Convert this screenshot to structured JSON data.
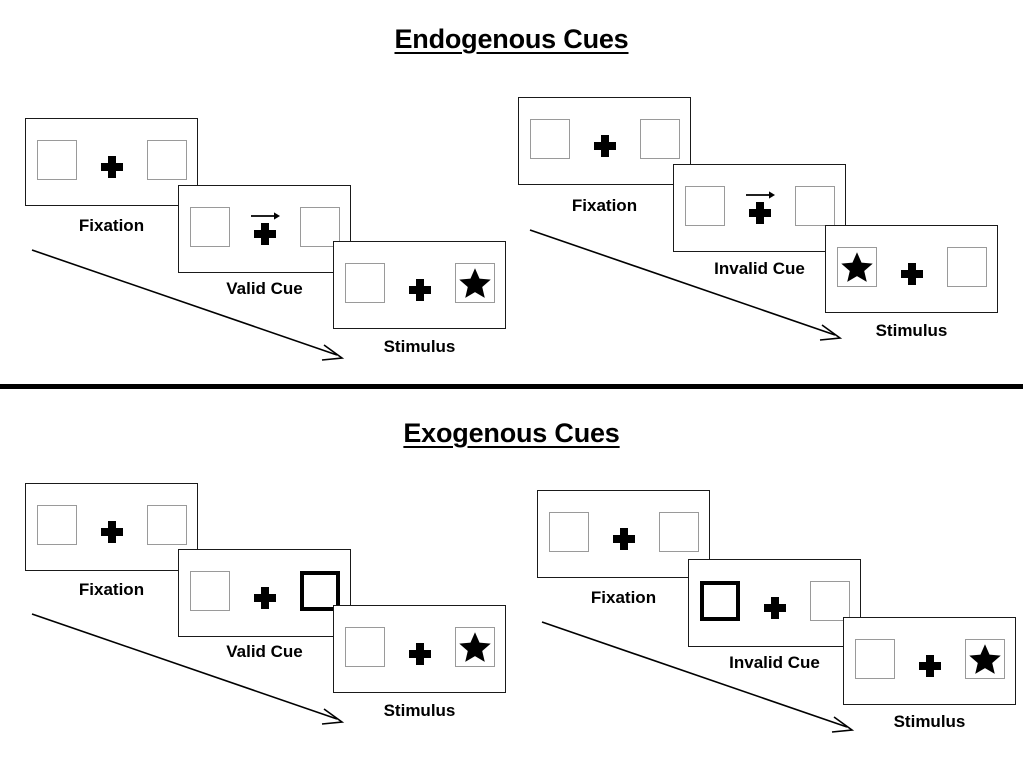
{
  "figure": {
    "sections": [
      {
        "id": "endogenous",
        "title": "Endogenous Cues",
        "columns": [
          {
            "id": "endogenous-valid",
            "cue_type": "valid",
            "stages": [
              {
                "caption": "Fixation",
                "cue": "none",
                "left_box": "empty",
                "right_box": "empty"
              },
              {
                "caption": "Valid Cue",
                "cue": "arrow-right",
                "left_box": "empty",
                "right_box": "empty"
              },
              {
                "caption": "Stimulus",
                "cue": "none",
                "left_box": "empty",
                "right_box": "star"
              }
            ]
          },
          {
            "id": "endogenous-invalid",
            "cue_type": "invalid",
            "stages": [
              {
                "caption": "Fixation",
                "cue": "none",
                "left_box": "empty",
                "right_box": "empty"
              },
              {
                "caption": "Invalid Cue",
                "cue": "arrow-right",
                "left_box": "empty",
                "right_box": "empty"
              },
              {
                "caption": "Stimulus",
                "cue": "none",
                "left_box": "star",
                "right_box": "empty"
              }
            ]
          }
        ]
      },
      {
        "id": "exogenous",
        "title": "Exogenous Cues",
        "columns": [
          {
            "id": "exogenous-valid",
            "cue_type": "valid",
            "stages": [
              {
                "caption": "Fixation",
                "cue": "none",
                "left_box": "empty",
                "right_box": "empty"
              },
              {
                "caption": "Valid Cue",
                "cue": "none",
                "left_box": "empty",
                "right_box": "highlighted"
              },
              {
                "caption": "Stimulus",
                "cue": "none",
                "left_box": "empty",
                "right_box": "star"
              }
            ]
          },
          {
            "id": "exogenous-invalid",
            "cue_type": "invalid",
            "stages": [
              {
                "caption": "Fixation",
                "cue": "none",
                "left_box": "empty",
                "right_box": "empty"
              },
              {
                "caption": "Invalid Cue",
                "cue": "none",
                "left_box": "highlighted",
                "right_box": "empty"
              },
              {
                "caption": "Stimulus",
                "cue": "none",
                "left_box": "empty",
                "right_box": "star"
              }
            ]
          }
        ]
      }
    ],
    "colors": {
      "background": "#ffffff",
      "frame_border": "#1a1a1a",
      "box_border": "#9a9a9a",
      "cued_box_border": "#000000",
      "ink": "#000000",
      "divider": "#000000"
    },
    "icons": {
      "arrow_cue": "arrow-right-icon",
      "fixation": "plus-icon",
      "target": "star-icon",
      "time": "time-arrow-icon"
    }
  }
}
